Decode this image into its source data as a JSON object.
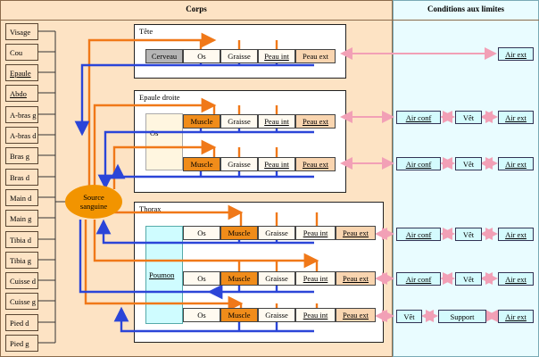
{
  "headers": {
    "body": "Corps",
    "conditions": "Conditions aux limites"
  },
  "parts": [
    "Visage",
    "Cou",
    "Epaule",
    "Abdo",
    "A-bras g",
    "A-bras d",
    "Bras g",
    "Bras d",
    "Main d",
    "Main g",
    "Tibia d",
    "Tibia g",
    "Cuisse d",
    "Cuisse g",
    "Pied d",
    "Pied g"
  ],
  "source": {
    "line1": "Source",
    "line2": "sanguine"
  },
  "sections": {
    "head": {
      "title": "Tête",
      "row": [
        "Cerveau",
        "Os",
        "Graisse",
        "Peau int",
        "Peau ext"
      ]
    },
    "shoulder": {
      "title": "Epaule droite",
      "os": "Os",
      "row": [
        "Muscle",
        "Graisse",
        "Peau int",
        "Peau ext"
      ]
    },
    "thorax": {
      "title": "Thorax",
      "poumon": "Poumon",
      "row": [
        "Os",
        "Muscle",
        "Graisse",
        "Peau int",
        "Peau ext"
      ]
    }
  },
  "conditions": {
    "air_ext": "Air ext",
    "air_conf": "Air conf",
    "vet": "Vêt",
    "support": "Support"
  },
  "colors": {
    "artery": "#f07818",
    "vein": "#2b45d8",
    "exchange": "#f2a0b6",
    "core": "#f08c1a"
  }
}
